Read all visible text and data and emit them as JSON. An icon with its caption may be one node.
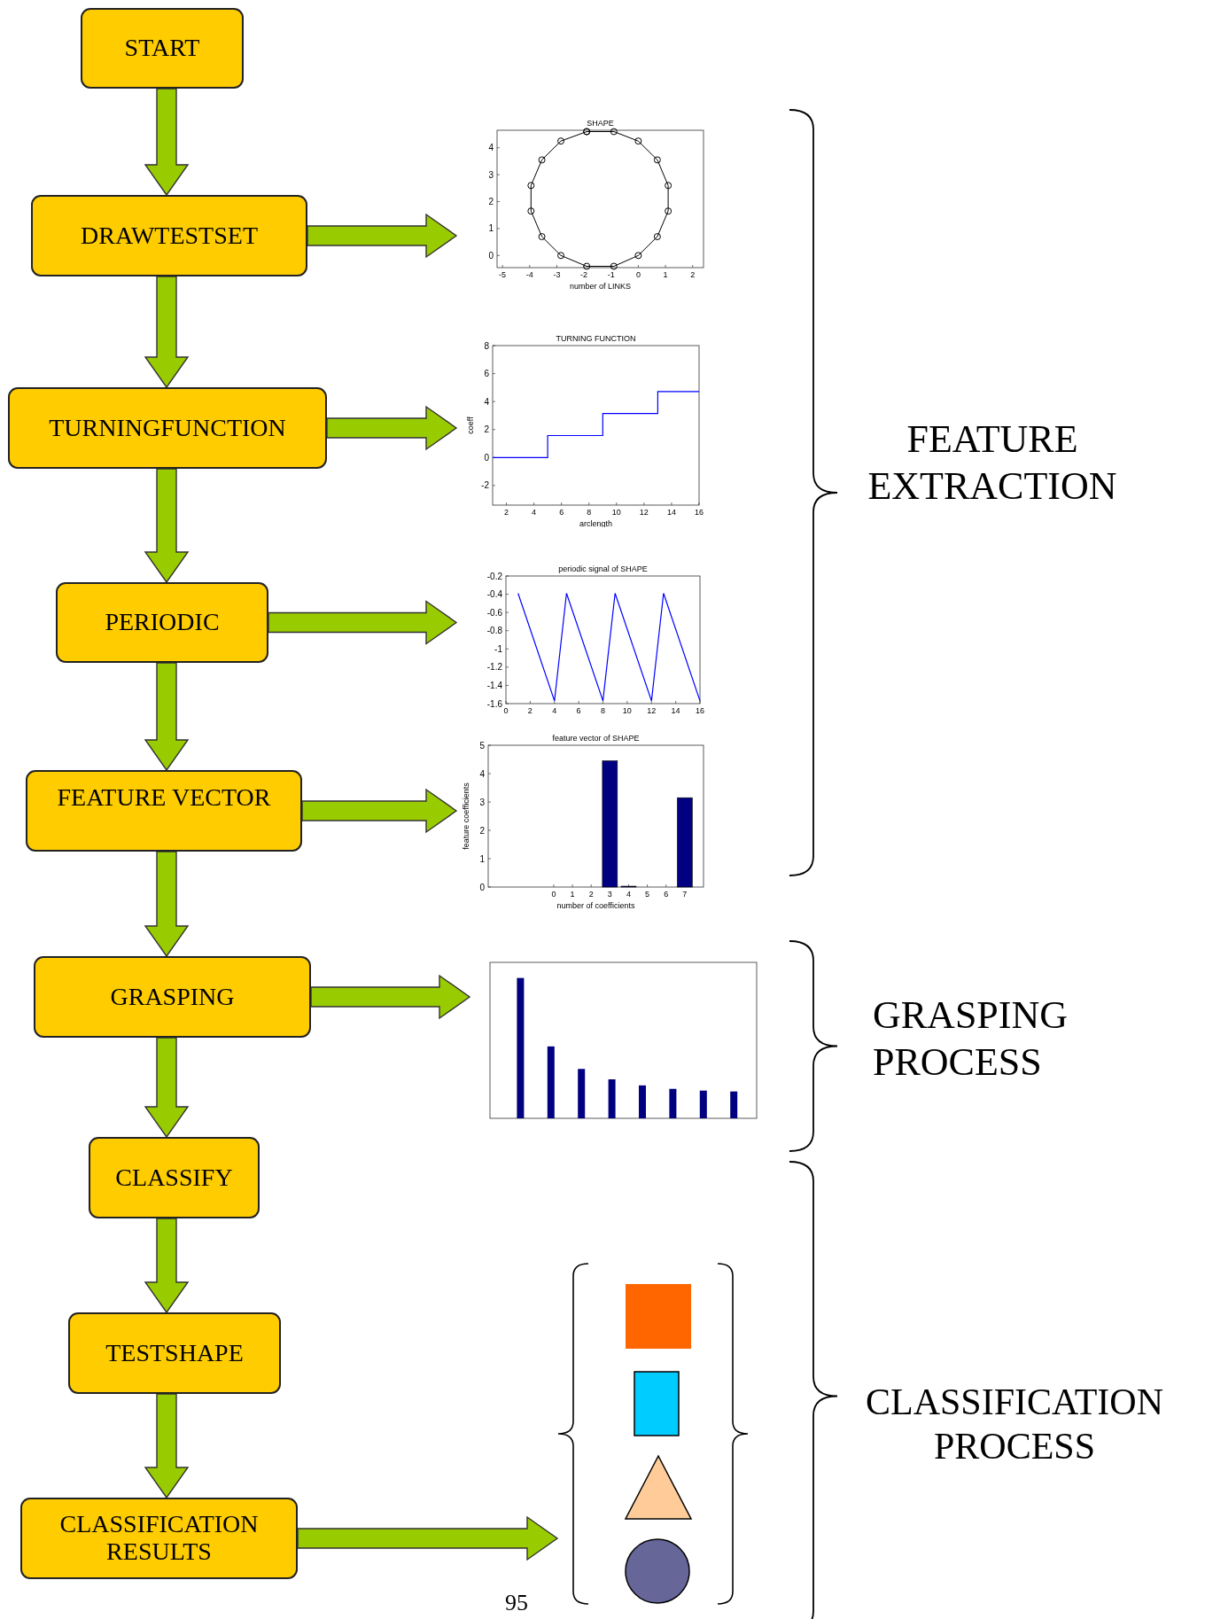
{
  "diagram": {
    "nodes": [
      {
        "text": [
          "START"
        ]
      },
      {
        "text": [
          "DRAWTESTSET"
        ]
      },
      {
        "text": [],
        "shape": "picture"
      },
      {
        "text": [
          "TURNINGFUNCTION"
        ]
      },
      {
        "text": [],
        "shape": "picture"
      },
      {
        "text": [
          "PERIODIC"
        ]
      },
      {
        "text": [],
        "shape": "picture"
      },
      {
        "text": [
          "FEATURE VECTOR"
        ]
      },
      {
        "text": [],
        "shape": "picture"
      },
      {
        "text": [
          "GRASPING"
        ]
      },
      {
        "text": [],
        "shape": "picture"
      },
      {
        "text": [
          "CLASSIFY"
        ]
      },
      {
        "text": [
          "TESTSHAPE"
        ]
      },
      {
        "text": [
          "CLASSIFICATION RESULTS"
        ]
      },
      {
        "text": [],
        "shape": "picture"
      }
    ],
    "edges": [
      {
        "from": 0,
        "to": 1,
        "arrow": "to"
      },
      {
        "from": 1,
        "to": 2,
        "arrow": "to"
      },
      {
        "from": 1,
        "to": 3,
        "arrow": "to"
      },
      {
        "from": 3,
        "to": 4,
        "arrow": "to"
      },
      {
        "from": 3,
        "to": 5,
        "arrow": "to"
      },
      {
        "from": 5,
        "to": 6,
        "arrow": "to"
      },
      {
        "from": 5,
        "to": 7,
        "arrow": "to"
      },
      {
        "from": 7,
        "to": 8,
        "arrow": "to"
      },
      {
        "from": 7,
        "to": 9,
        "arrow": "to"
      },
      {
        "from": 9,
        "to": 10,
        "arrow": "to"
      },
      {
        "from": 9,
        "to": 11,
        "arrow": "to"
      },
      {
        "from": 11,
        "to": 12,
        "arrow": "to"
      },
      {
        "from": 12,
        "to": 13,
        "arrow": "to"
      },
      {
        "from": 13,
        "to": 14,
        "arrow": "to"
      }
    ],
    "labels": [
      "FEATURE EXTRACTION",
      "GRASPING PROCESS",
      "CLASSIFICATION PROCESS",
      "95"
    ],
    "chart_data": [
      {
        "type": "scatter",
        "title": "SHAPE",
        "xlabel": "number of LINKS",
        "x": [
          -1.9,
          -0.9,
          0,
          0.7,
          1.1,
          1.1,
          0.7,
          0,
          -0.9,
          -1.9,
          -2.85,
          -3.55,
          -3.95,
          -3.95,
          -3.55,
          -2.85,
          -1.9
        ],
        "series": [
          {
            "color": "#000000",
            "values": [
              4.6,
              4.6,
              4.25,
              3.55,
              2.6,
              1.65,
              0.7,
              0,
              -0.4,
              -0.4,
              0,
              0.7,
              1.65,
              2.6,
              3.55,
              4.25,
              4.6
            ]
          }
        ],
        "xlim": [
          -5.2,
          2.4
        ],
        "ylim": [
          -0.45,
          4.65
        ],
        "xticks": [
          -5,
          -4,
          -3,
          -2,
          -1,
          0,
          1,
          2
        ],
        "yticks": [
          0,
          1,
          2,
          3,
          4
        ]
      },
      {
        "type": "line",
        "title": "TURNING FUNCTION",
        "xlabel": "arclength",
        "ylabel": "coeff",
        "x": [
          1,
          5,
          5,
          9,
          9,
          13,
          13,
          16
        ],
        "series": [
          {
            "color": "#0000ff",
            "values": [
              0,
              0,
              1.57,
              1.57,
              3.14,
              3.14,
              4.71,
              4.71
            ]
          }
        ],
        "xlim": [
          1,
          16
        ],
        "ylim": [
          -3.4,
          8
        ],
        "xticks": [
          2,
          4,
          6,
          8,
          10,
          12,
          14,
          16
        ],
        "yticks": [
          -2,
          0,
          2,
          4,
          6,
          8
        ]
      },
      {
        "type": "line",
        "title": "periodic signal of SHAPE",
        "x": [
          1,
          4,
          5,
          8,
          9,
          12,
          13,
          16
        ],
        "series": [
          {
            "color": "#0000ff",
            "values": [
              -0.39,
              -1.57,
              -0.39,
              -1.57,
              -0.39,
              -1.57,
              -0.39,
              -1.57
            ]
          }
        ],
        "xlim": [
          0,
          16
        ],
        "ylim": [
          -1.6,
          -0.2
        ],
        "xticks": [
          0,
          2,
          4,
          6,
          8,
          10,
          12,
          14,
          16
        ],
        "yticks": [
          -1.6,
          -1.4,
          -1.2,
          -1,
          -0.8,
          -0.6,
          -0.4,
          -0.2
        ]
      },
      {
        "type": "bar",
        "title": "feature vector of SHAPE",
        "xlabel": "number of coefficients",
        "ylabel": "feature coefficients",
        "x": [
          0,
          1,
          2,
          3,
          4,
          5,
          6,
          7
        ],
        "series": [
          {
            "color": "#000080",
            "values": [
              0,
              0,
              0,
              4.45,
              0.03,
              0,
              0,
              3.15
            ]
          }
        ],
        "xlim": [
          -3.5,
          8
        ],
        "ylim": [
          0,
          5
        ],
        "xticks": [
          0,
          1,
          2,
          3,
          4,
          5,
          6,
          7
        ],
        "yticks": [
          0,
          1,
          2,
          3,
          4,
          5
        ]
      }
    ]
  }
}
